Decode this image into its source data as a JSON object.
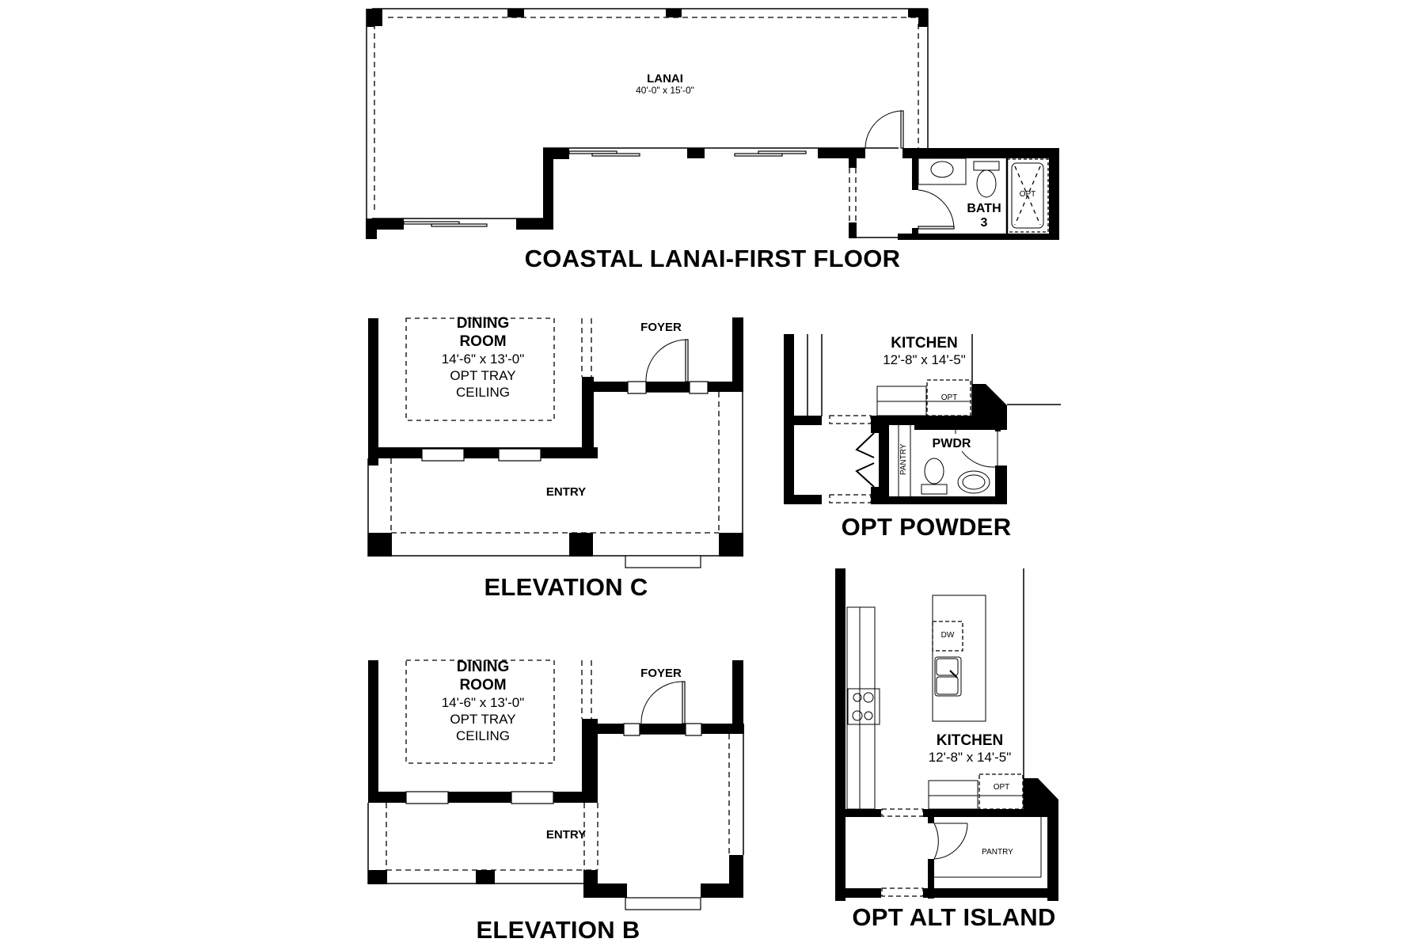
{
  "sections": {
    "lanai_first_floor": {
      "title": "COASTAL LANAI-FIRST FLOOR",
      "rooms": {
        "lanai": {
          "name": "LANAI",
          "dimensions": "40'-0\" x 15'-0\""
        },
        "bath3": {
          "name_line1": "BATH",
          "name_line2": "3",
          "tub_label": "OPT"
        }
      }
    },
    "elevation_c": {
      "title": "ELEVATION C",
      "rooms": {
        "dining": {
          "name_line1": "DINING",
          "name_line2": "ROOM",
          "dimensions": "14'-6\" x 13'-0\"",
          "note_line1": "OPT TRAY",
          "note_line2": "CEILING"
        },
        "foyer": {
          "name": "FOYER"
        },
        "entry": {
          "name": "ENTRY"
        }
      }
    },
    "opt_powder": {
      "title": "OPT POWDER",
      "rooms": {
        "kitchen": {
          "name": "KITCHEN",
          "dimensions": "12'-8\" x 14'-5\"",
          "opt_label": "OPT"
        },
        "powder": {
          "name": "PWDR"
        },
        "pantry": {
          "name": "PANTRY"
        }
      }
    },
    "elevation_b": {
      "title": "ELEVATION B",
      "rooms": {
        "dining": {
          "name_line1": "DINING",
          "name_line2": "ROOM",
          "dimensions": "14'-6\" x 13'-0\"",
          "note_line1": "OPT TRAY",
          "note_line2": "CEILING"
        },
        "foyer": {
          "name": "FOYER"
        },
        "entry": {
          "name": "ENTRY"
        }
      }
    },
    "opt_alt_island": {
      "title": "OPT ALT ISLAND",
      "rooms": {
        "kitchen": {
          "name": "KITCHEN",
          "dimensions": "12'-8\" x 14'-5\"",
          "opt_label": "OPT",
          "dishwasher_label": "DW"
        },
        "pantry": {
          "name": "PANTRY"
        }
      }
    }
  },
  "colors": {
    "walls": "#000000",
    "background": "#ffffff"
  }
}
